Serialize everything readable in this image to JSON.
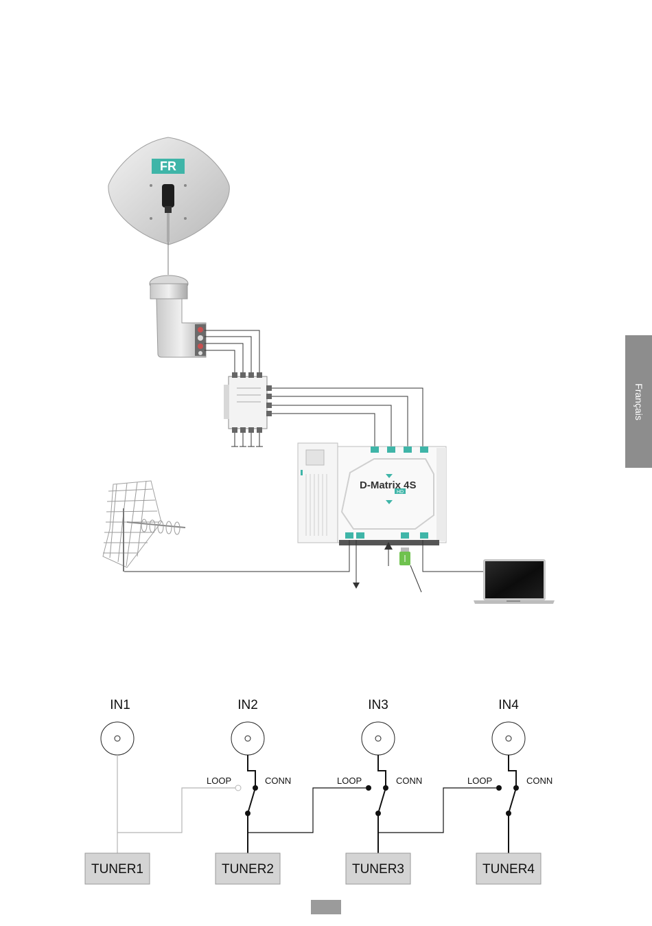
{
  "side_tab": {
    "language": "Français"
  },
  "dish": {
    "logo_text": "FR"
  },
  "device": {
    "brand_text": "D-Matrix 4S",
    "badge_text": "HD"
  },
  "inputs": [
    {
      "label": "IN1"
    },
    {
      "label": "IN2",
      "loop": "LOOP",
      "conn": "CONN"
    },
    {
      "label": "IN3",
      "loop": "LOOP",
      "conn": "CONN"
    },
    {
      "label": "IN4",
      "loop": "LOOP",
      "conn": "CONN"
    }
  ],
  "tuners": [
    "TUNER1",
    "TUNER2",
    "TUNER3",
    "TUNER4"
  ],
  "colors": {
    "accent": "#3fb5a8",
    "tab_gray": "#8d8d8d",
    "tuner_fill": "#d4d4d4"
  }
}
